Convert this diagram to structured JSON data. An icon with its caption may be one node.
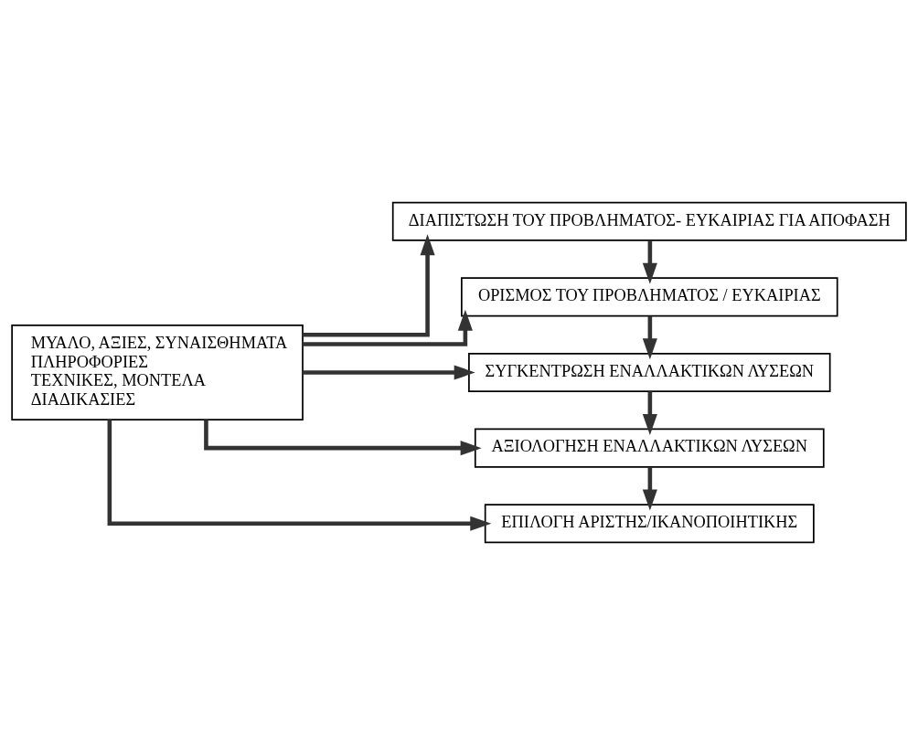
{
  "diagram": {
    "nodes": [
      {
        "text": [
          "ΜΥΑΛΟ, ΑΞΙΕΣ, ΣΥΝΑΙΣΘΗΜΑΤΑ",
          "ΠΛΗΡΟΦΟΡΙΕΣ",
          "ΤΕΧΝΙΚΕΣ, ΜΟΝΤΕΛΑ",
          "ΔΙΑΔΙΚΑΣΙΕΣ"
        ]
      },
      {
        "text": [
          "ΔΙΑΠΙΣΤΩΣΗ ΤΟΥ ΠΡΟΒΛΗΜΑΤΟΣ- ΕΥΚΑΙΡΙΑΣ ΓΙΑ ΑΠΟΦΑΣΗ"
        ]
      },
      {
        "text": [
          "ΟΡΙΣΜΟΣ ΤΟΥ ΠΡΟΒΛΗΜΑΤΟΣ / ΕΥΚΑΙΡΙΑΣ"
        ]
      },
      {
        "text": [
          "ΣΥΓΚΕΝΤΡΩΣΗ ΕΝΑΛΛΑΚΤΙΚΩΝ ΛΥΣΕΩΝ"
        ]
      },
      {
        "text": [
          "ΑΞΙΟΛΟΓΗΣΗ ΕΝΑΛΛΑΚΤΙΚΩΝ ΛΥΣΕΩΝ"
        ]
      },
      {
        "text": [
          "ΕΠΙΛΟΓΗ ΑΡΙΣΤΗΣ/ΙΚΑΝΟΠΟΙΗΤΙΚΗΣ"
        ]
      }
    ],
    "edges": [
      {
        "from": 0,
        "to": 1,
        "arrow": "to"
      },
      {
        "from": 0,
        "to": 2,
        "arrow": "to"
      },
      {
        "from": 0,
        "to": 3,
        "arrow": "to"
      },
      {
        "from": 0,
        "to": 4,
        "arrow": "to"
      },
      {
        "from": 0,
        "to": 5,
        "arrow": "to"
      },
      {
        "from": 1,
        "to": 2,
        "arrow": "to"
      },
      {
        "from": 2,
        "to": 3,
        "arrow": "to"
      },
      {
        "from": 3,
        "to": 4,
        "arrow": "to"
      },
      {
        "from": 4,
        "to": 5,
        "arrow": "to"
      }
    ]
  }
}
